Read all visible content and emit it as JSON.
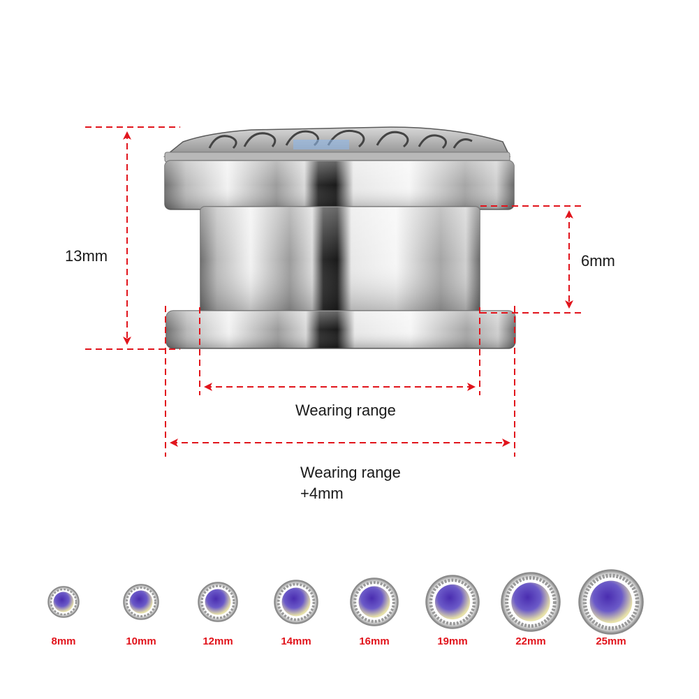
{
  "colors": {
    "dimension": "#e1141c",
    "label": "#1a1a1a",
    "size_label": "#e1141c"
  },
  "dimensions": {
    "height": "13mm",
    "groove": "6mm",
    "wearing_range": "Wearing range",
    "wearing_range_plus_line1": "Wearing range",
    "wearing_range_plus_line2": "+4mm"
  },
  "sizes": [
    "8mm",
    "10mm",
    "12mm",
    "14mm",
    "16mm",
    "19mm",
    "22mm",
    "25mm"
  ]
}
